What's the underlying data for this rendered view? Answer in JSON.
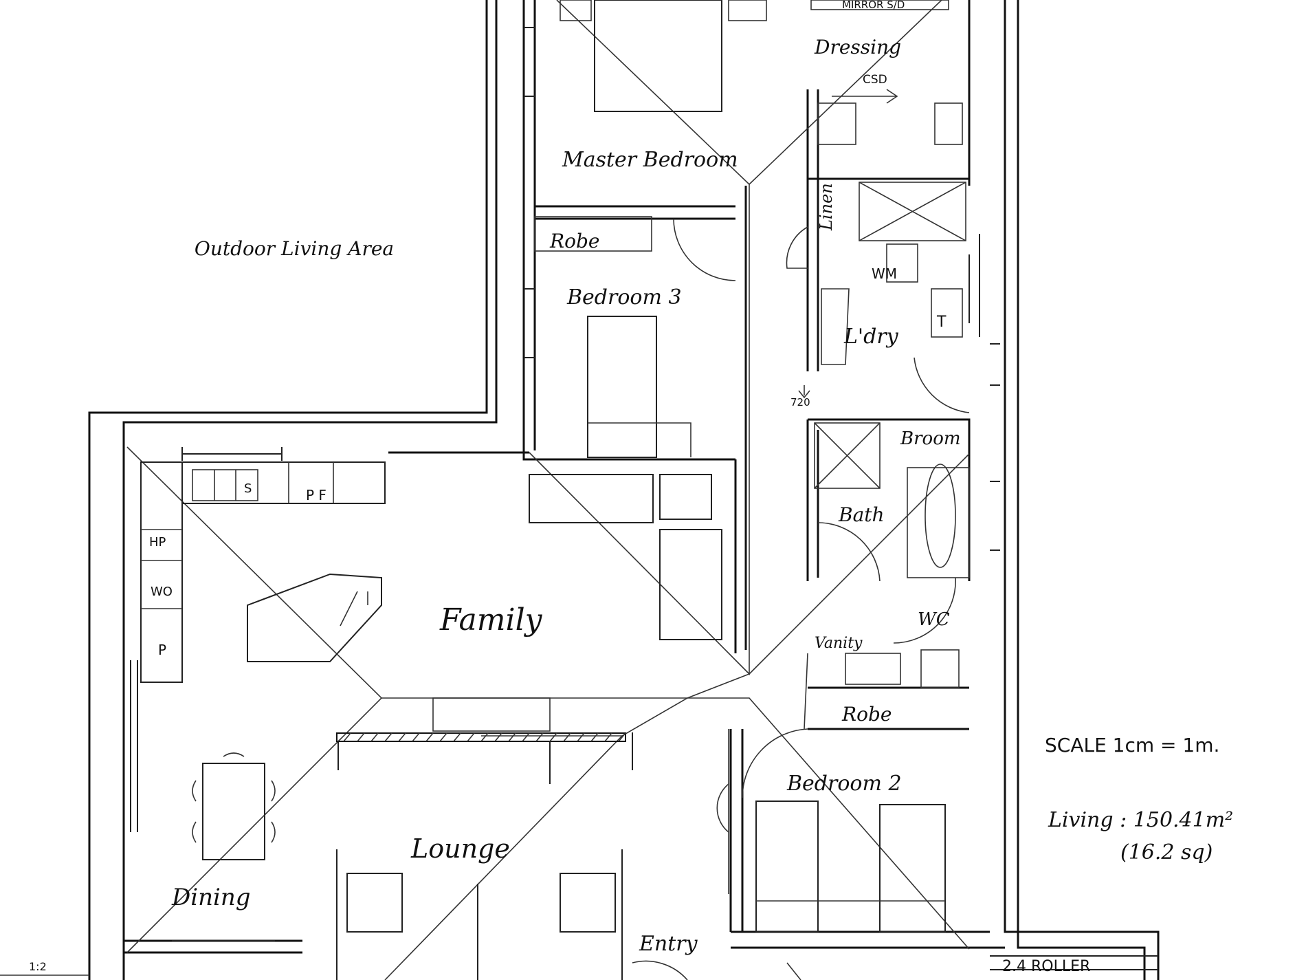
{
  "rooms": {
    "master_bedroom": "Master Bedroom",
    "dressing": "Dressing",
    "outdoor_living": "Outdoor Living Area",
    "robe_1": "Robe",
    "robe_2": "Robe",
    "bedroom_3": "Bedroom 3",
    "linen": "Linen",
    "ldry": "L'dry",
    "family": "Family",
    "bath": "Bath",
    "broom": "Broom",
    "wc": "WC",
    "vanity": "Vanity",
    "bedroom_2": "Bedroom 2",
    "lounge": "Lounge",
    "dining": "Dining",
    "entry": "Entry"
  },
  "fixtures": {
    "mirror_sd": "MIRROR S/D",
    "csd": "CSD",
    "wm": "WM",
    "t": "T",
    "door_720": "720",
    "hp": "HP",
    "wo": "WO",
    "p": "P",
    "s": "S",
    "pf": "P F",
    "roller": "2.4 ROLLER",
    "corner": "1:2"
  },
  "notes": {
    "scale": "SCALE 1cm = 1m.",
    "living": "Living : 150.41m²",
    "squares": "(16.2 sq)"
  }
}
